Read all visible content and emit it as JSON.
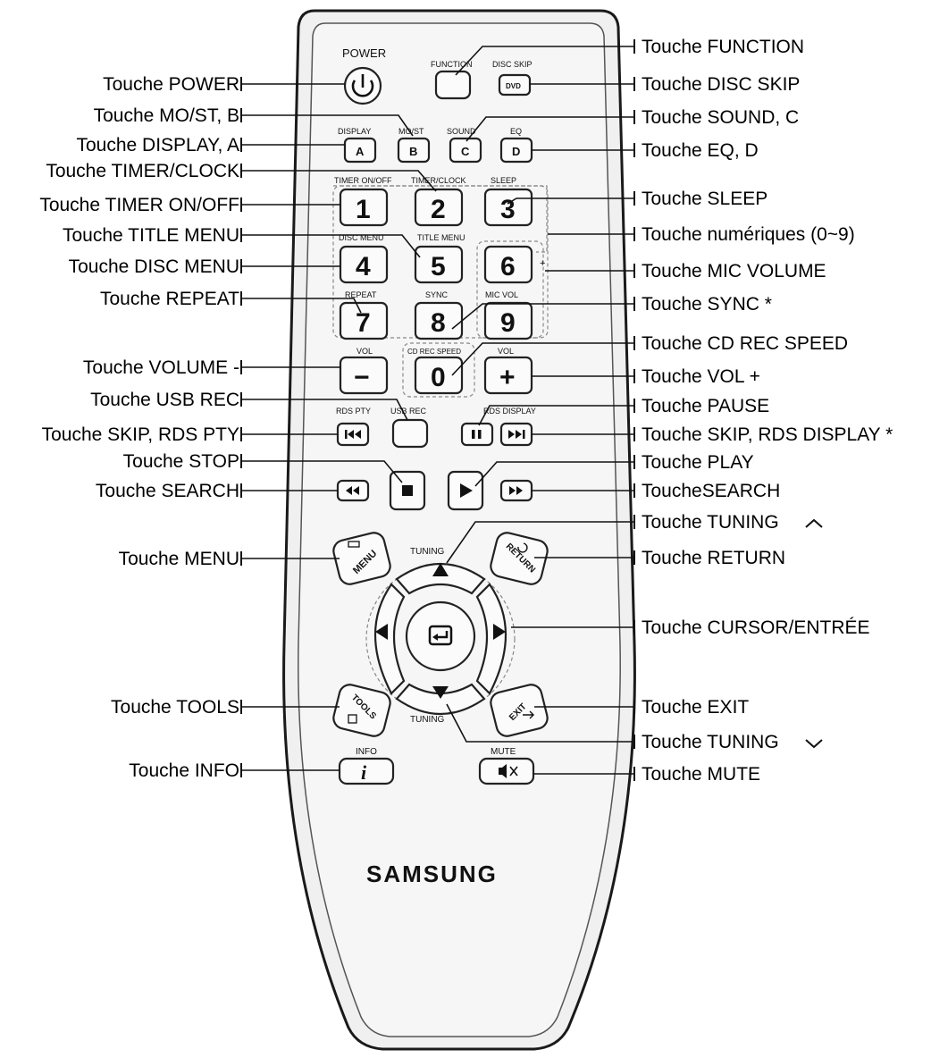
{
  "callouts_left": [
    {
      "id": "power",
      "text": "Touche POWER"
    },
    {
      "id": "mo_st",
      "text": "Touche MO/ST, B"
    },
    {
      "id": "display",
      "text": "Touche DISPLAY, A"
    },
    {
      "id": "timer_clock",
      "text": "Touche TIMER/CLOCK"
    },
    {
      "id": "timer_onoff",
      "text": "Touche TIMER ON/OFF"
    },
    {
      "id": "title_menu",
      "text": "Touche TITLE MENU"
    },
    {
      "id": "disc_menu",
      "text": "Touche DISC MENU"
    },
    {
      "id": "repeat",
      "text": "Touche REPEAT"
    },
    {
      "id": "volume_minus",
      "text": "Touche VOLUME -"
    },
    {
      "id": "usb_rec",
      "text": "Touche USB REC"
    },
    {
      "id": "skip_rds_pty",
      "text": "Touche SKIP, RDS PTY"
    },
    {
      "id": "stop",
      "text": "Touche STOP"
    },
    {
      "id": "search_left",
      "text": "Touche SEARCH"
    },
    {
      "id": "menu",
      "text": "Touche MENU"
    },
    {
      "id": "tools",
      "text": "Touche TOOLS"
    },
    {
      "id": "info",
      "text": "Touche INFO"
    }
  ],
  "callouts_right": [
    {
      "id": "function",
      "text": "Touche FUNCTION"
    },
    {
      "id": "disc_skip",
      "text": "Touche DISC SKIP"
    },
    {
      "id": "sound",
      "text": "Touche SOUND, C"
    },
    {
      "id": "eq",
      "text": "Touche EQ, D"
    },
    {
      "id": "sleep",
      "text": "Touche SLEEP"
    },
    {
      "id": "numeric",
      "text": "Touche numériques (0~9)"
    },
    {
      "id": "mic_volume",
      "text": "Touche MIC VOLUME"
    },
    {
      "id": "sync",
      "text": "Touche SYNC *"
    },
    {
      "id": "cd_rec_speed",
      "text": "Touche CD REC SPEED"
    },
    {
      "id": "vol_plus",
      "text": "Touche VOL +"
    },
    {
      "id": "pause",
      "text": "Touche PAUSE"
    },
    {
      "id": "skip_rds_display",
      "text": "Touche SKIP, RDS DISPLAY *"
    },
    {
      "id": "play",
      "text": "Touche PLAY"
    },
    {
      "id": "search_right",
      "text": "ToucheSEARCH"
    },
    {
      "id": "tuning_up",
      "text": "Touche TUNING"
    },
    {
      "id": "return",
      "text": "Touche RETURN"
    },
    {
      "id": "cursor_enter",
      "text": "Touche CURSOR/ENTRÉE"
    },
    {
      "id": "exit",
      "text": "Touche EXIT"
    },
    {
      "id": "tuning_down",
      "text": "Touche TUNING"
    },
    {
      "id": "mute",
      "text": "Touche MUTE"
    }
  ],
  "remote": {
    "brand": "SAMSUNG",
    "labels": {
      "power": "POWER",
      "function": "FUNCTION",
      "disc_skip": "DISC SKIP",
      "dvd": "DVD",
      "display": "DISPLAY",
      "mo_st": "MO/ST",
      "sound": "SOUND",
      "eq": "EQ",
      "timer_onoff": "TIMER ON/OFF",
      "timer_clock": "TIMER/CLOCK",
      "sleep": "SLEEP",
      "disc_menu": "DISC MENU",
      "title_menu": "TITLE MENU",
      "repeat": "REPEAT",
      "sync": "SYNC",
      "mic_vol": "MIC VOL",
      "vol_left": "VOL",
      "cd_rec_speed": "CD REC SPEED",
      "vol_right": "VOL",
      "rds_pty": "RDS PTY",
      "usb_rec": "USB REC",
      "rds_display": "RDS DISPLAY",
      "tuning_up": "TUNING",
      "tuning_down": "TUNING",
      "menu": "MENU",
      "return": "RETURN",
      "tools": "TOOLS",
      "exit": "EXIT",
      "info": "INFO",
      "mute": "MUTE"
    },
    "letters": {
      "a": "A",
      "b": "B",
      "c": "C",
      "d": "D"
    },
    "digits": {
      "d0": "0",
      "d1": "1",
      "d2": "2",
      "d3": "3",
      "d4": "4",
      "d5": "5",
      "d6": "6",
      "d7": "7",
      "d8": "8",
      "d9": "9"
    },
    "symbols": {
      "vol_minus": "−",
      "vol_plus": "+",
      "info_i": "i",
      "mic_plus": "+"
    }
  }
}
